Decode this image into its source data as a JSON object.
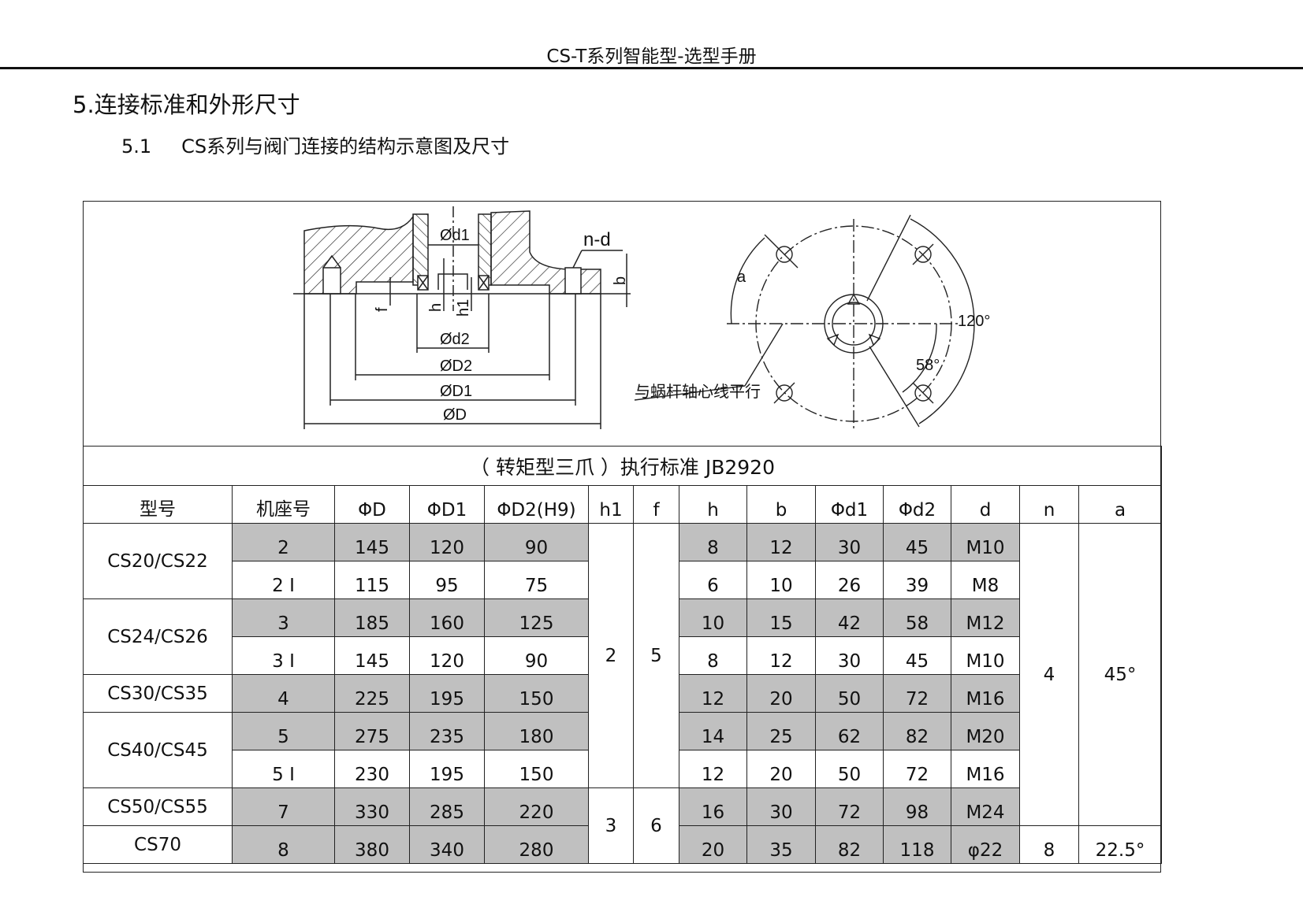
{
  "header": {
    "title": "CS-T系列智能型-选型手册"
  },
  "section": {
    "title": "5.连接标准和外形尺寸",
    "sub_number": "5.1",
    "sub_title": "CS系列与阀门连接的结构示意图及尺寸"
  },
  "diagram": {
    "labels": {
      "d1": "Ød1",
      "nd": "n-d",
      "b": "b",
      "f": "f",
      "h": "h",
      "h1": "h1",
      "d2": "Ød2",
      "D2": "ØD2",
      "D1": "ØD1",
      "D": "ØD",
      "a": "a",
      "angle120": "120°",
      "angle58": "58°",
      "parallel_note": "与蜗杆轴心线平行"
    }
  },
  "table": {
    "caption": "（ 转矩型三爪 ）执行标准 JB2920",
    "columns": [
      "型号",
      "机座号",
      "ΦD",
      "ΦD1",
      "ΦD2(H9)",
      "h1",
      "f",
      "h",
      "b",
      "Φd1",
      "Φd2",
      "d",
      "n",
      "a"
    ],
    "groups": [
      {
        "model": "CS20/CS22",
        "rows": [
          [
            "2",
            "145",
            "120",
            "90",
            "8",
            "12",
            "30",
            "45",
            "M10"
          ],
          [
            "2 I",
            "115",
            "95",
            "75",
            "6",
            "10",
            "26",
            "39",
            "M8"
          ]
        ]
      },
      {
        "model": "CS24/CS26",
        "rows": [
          [
            "3",
            "185",
            "160",
            "125",
            "10",
            "15",
            "42",
            "58",
            "M12"
          ],
          [
            "3 I",
            "145",
            "120",
            "90",
            "8",
            "12",
            "30",
            "45",
            "M10"
          ]
        ]
      },
      {
        "model": "CS30/CS35",
        "rows": [
          [
            "4",
            "225",
            "195",
            "150",
            "12",
            "20",
            "50",
            "72",
            "M16"
          ]
        ]
      },
      {
        "model": "CS40/CS45",
        "rows": [
          [
            "5",
            "275",
            "235",
            "180",
            "14",
            "25",
            "62",
            "82",
            "M20"
          ],
          [
            "5 I",
            "230",
            "195",
            "150",
            "12",
            "20",
            "50",
            "72",
            "M16"
          ]
        ]
      },
      {
        "model": "CS50/CS55",
        "rows": [
          [
            "7",
            "330",
            "285",
            "220",
            "16",
            "30",
            "72",
            "98",
            "M24"
          ]
        ]
      },
      {
        "model": "CS70",
        "rows": [
          [
            "8",
            "380",
            "340",
            "280",
            "20",
            "35",
            "82",
            "118",
            "φ22"
          ]
        ]
      }
    ],
    "h1_spans": [
      {
        "value": "2",
        "rows": 7
      },
      {
        "value": "3",
        "rows": 2
      }
    ],
    "f_spans": [
      {
        "value": "5",
        "rows": 7
      },
      {
        "value": "6",
        "rows": 2
      }
    ],
    "n_spans": [
      {
        "value": "4",
        "rows": 8
      },
      {
        "value": "8",
        "rows": 1
      }
    ],
    "a_spans": [
      {
        "value": "45°",
        "rows": 8
      },
      {
        "value": "22.5°",
        "rows": 1
      }
    ],
    "shade_color": "#c0c0c0"
  }
}
